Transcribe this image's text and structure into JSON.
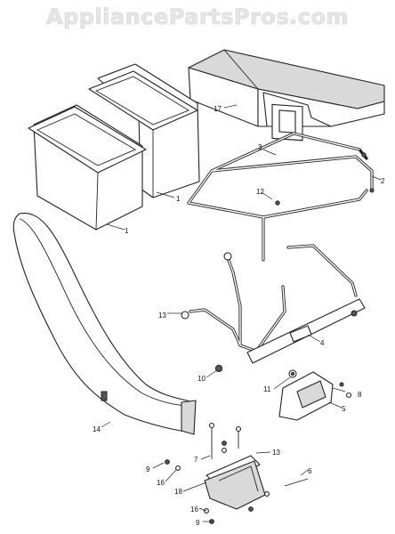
{
  "watermark": "AppliancePartsPros.com",
  "callouts": [
    "1",
    "1",
    "17",
    "3",
    "2",
    "12",
    "13",
    "14",
    "4",
    "10",
    "11",
    "8",
    "5",
    "7",
    "13",
    "6",
    "9",
    "16",
    "18",
    "16",
    "9"
  ]
}
